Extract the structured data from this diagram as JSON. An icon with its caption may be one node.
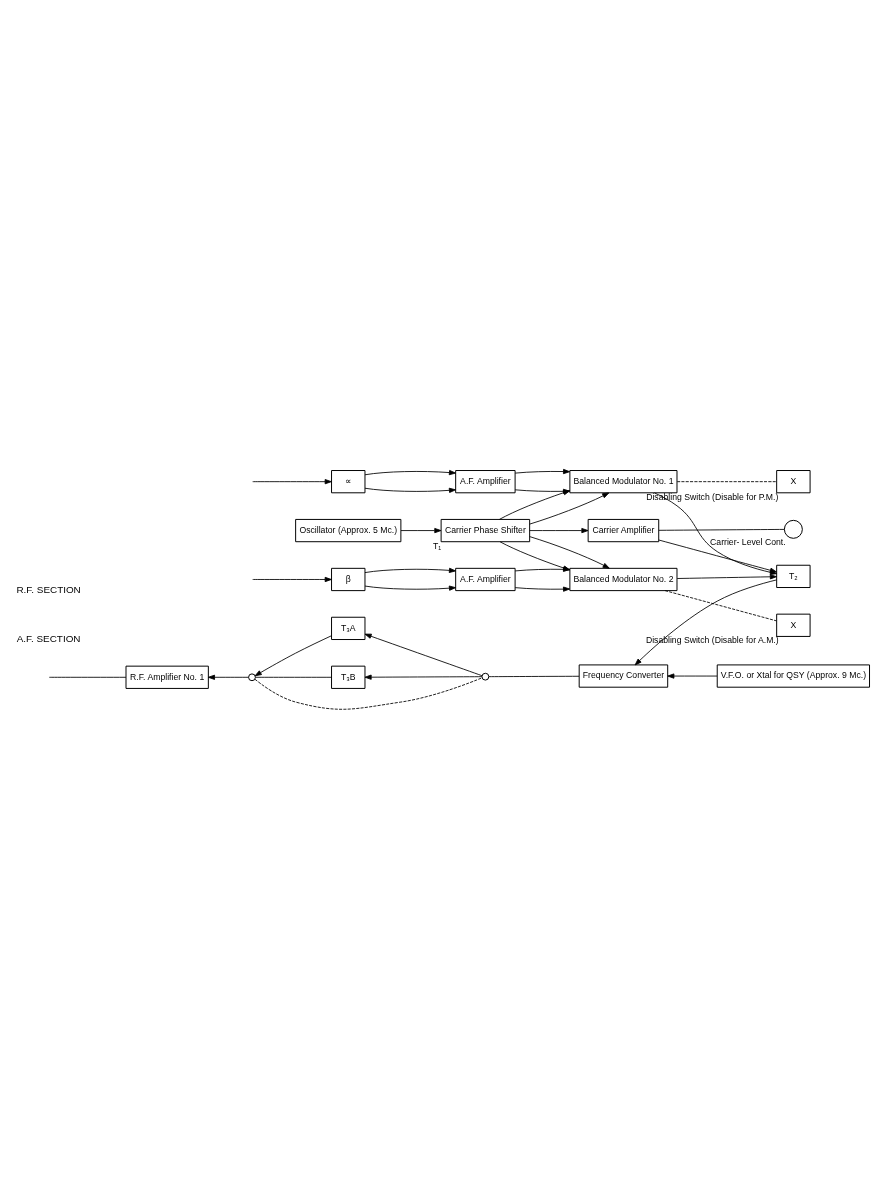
{
  "diagram": {
    "nodes": [
      {
        "text": [
          "∝"
        ]
      },
      {
        "text": [
          "A.F. Amplifier"
        ]
      },
      {
        "text": [
          "Balanced Modulator No. 1"
        ]
      },
      {
        "text": [
          "Oscillator (Approx. 5 Mc.)"
        ]
      },
      {
        "text": [
          "Carrier Phase Shifter"
        ],
        "beside": [
          "T₁"
        ]
      },
      {
        "text": [
          "Carrier Amplifier"
        ]
      },
      {
        "text": [],
        "shape": "circle",
        "beside": [
          "Carrier- Level Cont."
        ]
      },
      {
        "text": [
          "β"
        ]
      },
      {
        "text": [
          "A.F. Amplifier"
        ]
      },
      {
        "text": [
          "Balanced Modulator No. 2"
        ]
      },
      {
        "text": [
          "X"
        ],
        "beside": [
          "Disabling Switch (Disable for P.M.)"
        ]
      },
      {
        "text": [
          "X"
        ],
        "beside": [
          "Disabling Switch (Disable for A.M.)"
        ]
      },
      {
        "text": [
          "T₂"
        ]
      },
      {
        "text": [
          "Frequency Converter"
        ]
      },
      {
        "text": [
          "V.F.O. or Xtal for QSY (Approx. 9 Mc.)"
        ]
      },
      {
        "text": [
          "T₃A"
        ]
      },
      {
        "text": [
          "T₃B"
        ]
      },
      {
        "text": [
          "R.F. Amplifier No. 1"
        ]
      },
      {
        "text": [],
        "shape": "circle"
      },
      {
        "text": [],
        "shape": "circle"
      }
    ],
    "edges": [
      {
        "from": null,
        "to": 0,
        "arrow": "to"
      },
      {
        "from": 0,
        "to": 1,
        "arrow": "to"
      },
      {
        "from": 0,
        "to": 1,
        "arrow": "to"
      },
      {
        "from": 1,
        "to": 2,
        "arrow": "to"
      },
      {
        "from": 1,
        "to": 2,
        "arrow": "to"
      },
      {
        "from": 2,
        "to": 10,
        "arrow": "none",
        "style": "dashed"
      },
      {
        "from": 3,
        "to": 4,
        "arrow": "to"
      },
      {
        "from": 4,
        "to": 2,
        "arrow": "to"
      },
      {
        "from": 4,
        "to": 2,
        "arrow": "to"
      },
      {
        "from": 4,
        "to": 5,
        "arrow": "to"
      },
      {
        "from": 4,
        "to": 9,
        "arrow": "to"
      },
      {
        "from": 4,
        "to": 9,
        "arrow": "to"
      },
      {
        "from": 5,
        "to": 6,
        "arrow": "none"
      },
      {
        "from": null,
        "to": 7,
        "arrow": "to"
      },
      {
        "from": 7,
        "to": 8,
        "arrow": "to"
      },
      {
        "from": 7,
        "to": 8,
        "arrow": "to"
      },
      {
        "from": 8,
        "to": 9,
        "arrow": "to"
      },
      {
        "from": 8,
        "to": 9,
        "arrow": "to"
      },
      {
        "from": 9,
        "to": 11,
        "arrow": "none",
        "style": "dashed"
      },
      {
        "from": 2,
        "to": 12,
        "arrow": "to"
      },
      {
        "from": 5,
        "to": 12,
        "arrow": "to"
      },
      {
        "from": 9,
        "to": 12,
        "arrow": "to"
      },
      {
        "from": 12,
        "to": 13,
        "arrow": "to"
      },
      {
        "from": 14,
        "to": 13,
        "arrow": "to"
      },
      {
        "from": 13,
        "to": 19,
        "arrow": "none"
      },
      {
        "from": 19,
        "to": 15,
        "arrow": "to"
      },
      {
        "from": 19,
        "to": 16,
        "arrow": "to"
      },
      {
        "from": 15,
        "to": 18,
        "arrow": "to"
      },
      {
        "from": 16,
        "to": 18,
        "arrow": "none"
      },
      {
        "from": 18,
        "to": 17,
        "arrow": "to"
      },
      {
        "from": 18,
        "to": 19,
        "arrow": "none",
        "style": "dashed"
      },
      {
        "from": 17,
        "to": null,
        "arrow": "none"
      }
    ],
    "labels": [
      "A.F. SECTION",
      "R.F. SECTION"
    ]
  }
}
